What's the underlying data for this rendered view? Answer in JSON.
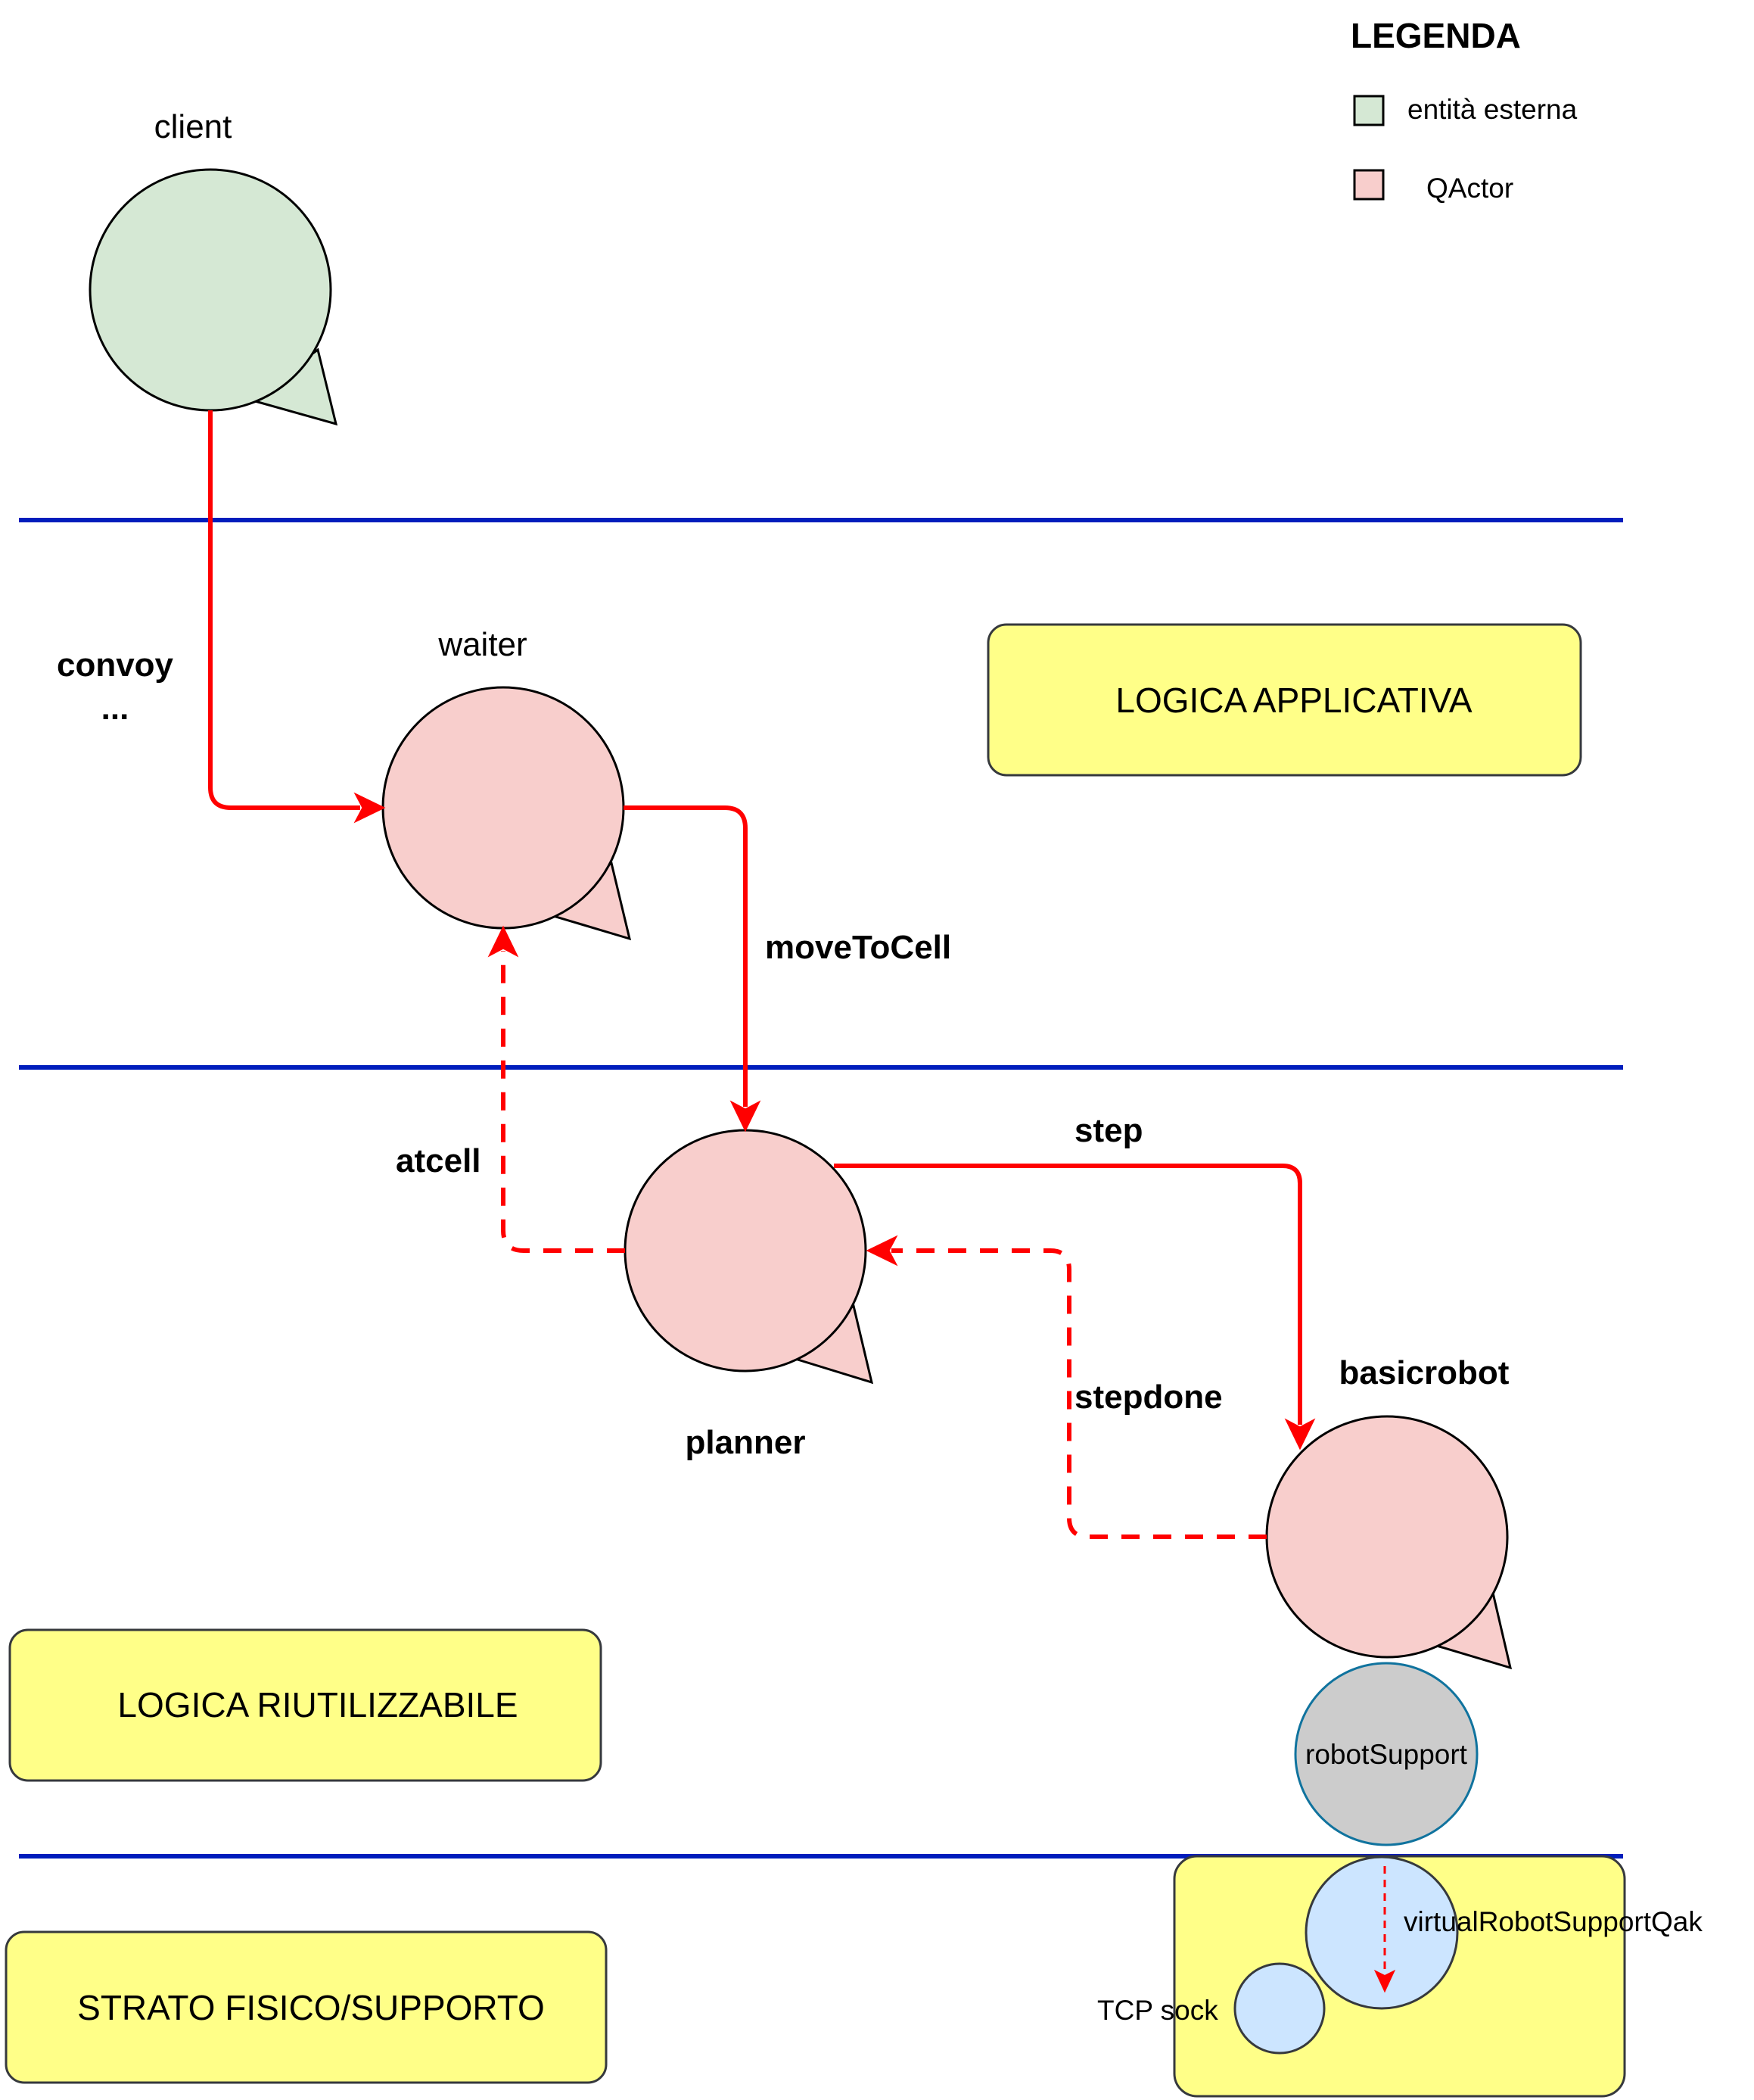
{
  "legend": {
    "title": "LEGENDA",
    "items": [
      {
        "label": "entità esterna",
        "color": "#d5e8d4"
      },
      {
        "label": "QActor",
        "color": "#f8cecc"
      }
    ]
  },
  "colors": {
    "external": "#d5e8d4",
    "qactor": "#f8cecc",
    "support": "#cccccc",
    "virtual": "#cce5ff",
    "layer_box": "#ffff88",
    "layer_line": "#001dbc",
    "message": "#ff0000"
  },
  "actors": {
    "client": "client",
    "waiter": "waiter",
    "planner": "planner",
    "basicrobot": "basicrobot",
    "robot_support": "robotSupport",
    "virtual_support": "virtualRobotSupportQak",
    "tcp_sock": "TCP sock"
  },
  "messages": {
    "convoy": "convoy",
    "convoy_more": "...",
    "move_to_cell": "moveToCell",
    "atcell": "atcell",
    "step": "step",
    "stepdone": "stepdone"
  },
  "layers": {
    "application": "LOGICA APPLICATIVA",
    "reusable": "LOGICA RIUTILIZZABILE",
    "physical": "STRATO FISICO/SUPPORTO"
  }
}
